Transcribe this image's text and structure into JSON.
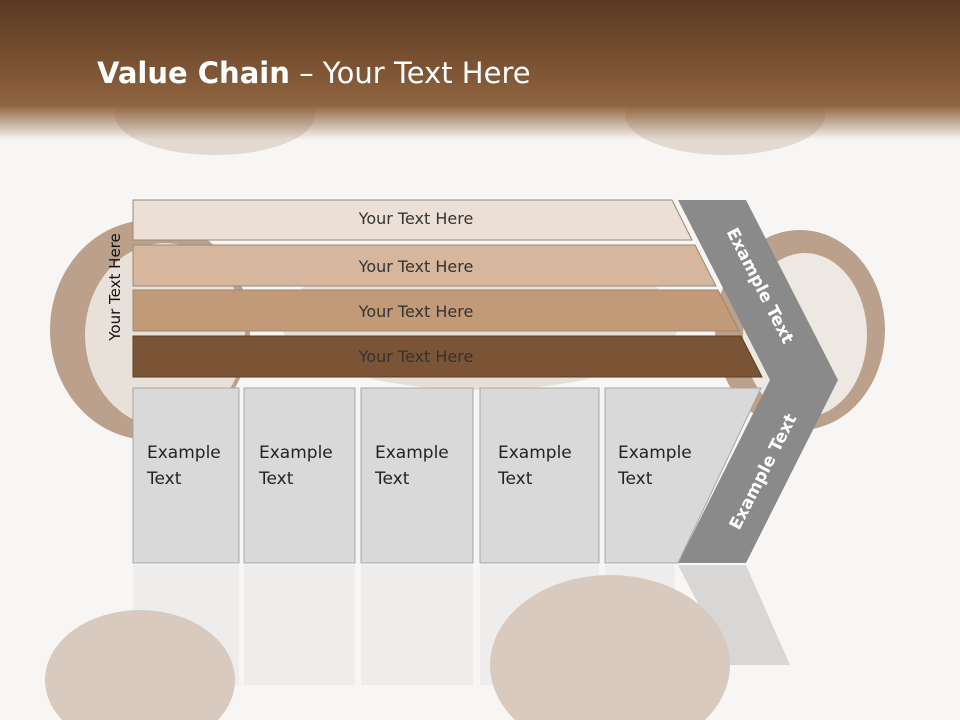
{
  "slide": {
    "title_bold": "Value Chain",
    "title_rest": " – Your Text Here",
    "vertical_label": "Your Text Here",
    "bars": [
      {
        "label": "Your Text Here",
        "color": "#ece0d6"
      },
      {
        "label": "Your Text Here",
        "color": "#d6b69d"
      },
      {
        "label": "Your Text Here",
        "color": "#c29a78"
      },
      {
        "label": "Your Text Here",
        "color": "#7a5434"
      }
    ],
    "columns": [
      {
        "line1": "Example",
        "line2": "Text"
      },
      {
        "line1": "Example",
        "line2": "Text"
      },
      {
        "line1": "Example",
        "line2": "Text"
      },
      {
        "line1": "Example",
        "line2": "Text"
      },
      {
        "line1": "Example",
        "line2": "Text"
      }
    ],
    "chevron_top": "Example Text",
    "chevron_bottom": "Example Text",
    "colors": {
      "header": "#6b4529",
      "chevron": "#8a8a8a",
      "column_fill": "#d9d9d9"
    }
  }
}
